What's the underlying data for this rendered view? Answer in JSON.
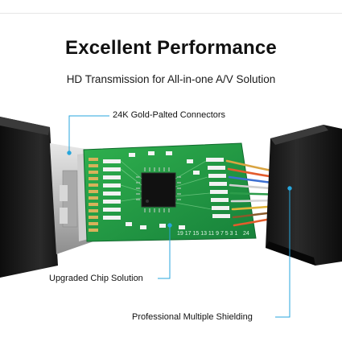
{
  "header": {
    "title": "Excellent Performance",
    "subtitle": "HD Transmission for All-in-one A/V Solution"
  },
  "callouts": {
    "connectors": "24K Gold-Palted Connectors",
    "chip": "Upgraded Chip Solution",
    "shielding": "Professional Multiple Shielding"
  },
  "board": {
    "silkscreen_bottom": "19 17 15 13 11 9 7 5 3 1",
    "silkscreen_num": "24"
  },
  "colors": {
    "pcb": "#1f9a3f",
    "accent_line": "#27a6dc",
    "gold": "#d7b25a",
    "housing": "#1b1b1b"
  }
}
